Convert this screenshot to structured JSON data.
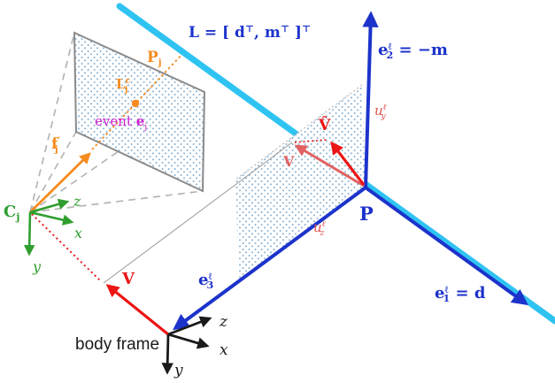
{
  "figure": {
    "description": "Pluecker line coordinate diagram with camera frame, body frame and line frame"
  },
  "colors": {
    "cyan": "#2fc3f2",
    "blue": "#1c33cb",
    "red": "#ec1515",
    "light_red": "#e26262",
    "pink_red": "#e05050",
    "orange": "#f68b1f",
    "green": "#2f9e2f",
    "magenta": "#cf1fcf",
    "gray_edge": "#8b8b8b",
    "gray_dash": "#b5b5b5",
    "gray_thin": "#999999",
    "dot_fill": "#85afd2",
    "black": "#1a1a1a"
  },
  "labels": {
    "line_l": [
      [
        "b",
        "L"
      ],
      [
        "n",
        " = [ "
      ],
      [
        "b",
        "d"
      ],
      [
        "sup",
        "⊤"
      ],
      [
        "n",
        ", "
      ],
      [
        "b",
        "m"
      ],
      [
        "sup",
        "⊤"
      ],
      [
        "n",
        " ]"
      ],
      [
        "sup",
        "⊤"
      ]
    ],
    "e2": [
      [
        "b",
        "e"
      ],
      [
        "stack",
        "2",
        "ℓ"
      ],
      [
        "n",
        " = −"
      ],
      [
        "b",
        "m"
      ]
    ],
    "e1": [
      [
        "b",
        "e"
      ],
      [
        "stack",
        "1",
        "ℓ"
      ],
      [
        "n",
        " = "
      ],
      [
        "b",
        "d"
      ]
    ],
    "e3": [
      [
        "b",
        "e"
      ],
      [
        "stack",
        "3",
        "ℓ"
      ]
    ],
    "u_y": [
      [
        "n",
        "u"
      ],
      [
        "stack",
        "y",
        "ℓ"
      ]
    ],
    "u_z": [
      [
        "n",
        "u"
      ],
      [
        "stack",
        "z",
        "ℓ"
      ]
    ],
    "p": [
      [
        "b",
        "P"
      ]
    ],
    "v_hat": [
      [
        "b",
        "V̂"
      ]
    ],
    "v_at_p": [
      [
        "b",
        "V"
      ]
    ],
    "v_body": [
      [
        "b",
        "V"
      ]
    ],
    "c_j": [
      [
        "b",
        "C"
      ],
      [
        "sub",
        "j"
      ]
    ],
    "f_j": [
      [
        "b",
        "f"
      ],
      [
        "stack",
        "j",
        "′"
      ]
    ],
    "p_j": [
      [
        "b",
        "P"
      ],
      [
        "sub",
        "j"
      ]
    ],
    "l_j_c": [
      [
        "b",
        "L"
      ],
      [
        "stack",
        "j",
        "c"
      ]
    ],
    "event": [
      [
        "n",
        "event "
      ],
      [
        "b",
        "e"
      ],
      [
        "sub",
        "j"
      ]
    ],
    "body_frame": "body frame",
    "cam_axis_x": "x",
    "cam_axis_y": "y",
    "cam_axis_z": "z",
    "body_axis_x": "x",
    "body_axis_y": "y",
    "body_axis_z": "z"
  }
}
